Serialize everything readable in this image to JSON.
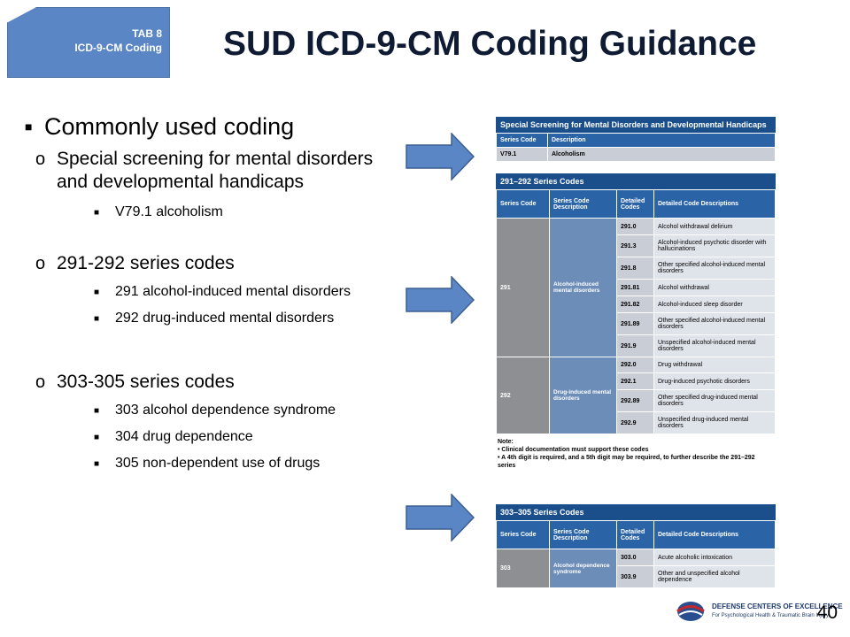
{
  "tab": {
    "line1": "TAB 8",
    "line2": "ICD-9-CM Coding"
  },
  "title": "SUD ICD-9-CM Coding Guidance",
  "bullets": {
    "main": "Commonly used coding",
    "items": [
      {
        "text": "Special screening for mental disorders and developmental handicaps",
        "subs": [
          "V79.1 alcoholism"
        ]
      },
      {
        "text": "291-292 series codes",
        "subs": [
          "291 alcohol-induced mental disorders",
          "292 drug-induced mental disorders"
        ]
      },
      {
        "text": "303-305 series codes",
        "subs": [
          "303 alcohol dependence syndrome",
          "304 drug dependence",
          "305 non-dependent use of drugs"
        ]
      }
    ]
  },
  "table1": {
    "title": "Special Screening for Mental Disorders and Developmental Handicaps",
    "col1": "Series Code",
    "col2": "Description",
    "row": {
      "code": "V79.1",
      "desc": "Alcoholism"
    }
  },
  "table2": {
    "title": "291–292 Series Codes",
    "cols": [
      "Series Code",
      "Series Code Description",
      "Detailed Codes",
      "Detailed Code Descriptions"
    ],
    "s291": {
      "code": "291",
      "desc": "Alcohol-induced mental disorders"
    },
    "rows291": [
      {
        "c": "291.0",
        "d": "Alcohol withdrawal delirium"
      },
      {
        "c": "291.3",
        "d": "Alcohol-induced psychotic disorder with hallucinations"
      },
      {
        "c": "291.8",
        "d": "Other specified alcohol-induced mental disorders"
      },
      {
        "c": "291.81",
        "d": "Alcohol withdrawal"
      },
      {
        "c": "291.82",
        "d": "Alcohol-induced sleep disorder"
      },
      {
        "c": "291.89",
        "d": "Other specified alcohol-induced mental disorders"
      },
      {
        "c": "291.9",
        "d": "Unspecified alcohol-induced mental disorders"
      }
    ],
    "s292": {
      "code": "292",
      "desc": "Drug-induced mental disorders"
    },
    "rows292": [
      {
        "c": "292.0",
        "d": "Drug withdrawal"
      },
      {
        "c": "292.1",
        "d": "Drug-induced psychotic disorders"
      },
      {
        "c": "292.89",
        "d": "Other specified drug-induced mental disorders"
      },
      {
        "c": "292.9",
        "d": "Unspecified drug-induced mental disorders"
      }
    ],
    "note_title": "Note:",
    "notes": [
      "Clinical documentation must support these codes",
      "A 4th digit is required, and a 5th digit may be required, to further describe the 291–292 series"
    ]
  },
  "table3": {
    "title": "303–305 Series Codes",
    "cols": [
      "Series Code",
      "Series Code Description",
      "Detailed Codes",
      "Detailed Code Descriptions"
    ],
    "s303": {
      "code": "303",
      "desc": "Alcohol dependence syndrome"
    },
    "rows": [
      {
        "c": "303.0",
        "d": "Acute alcoholic intoxication"
      },
      {
        "c": "303.9",
        "d": "Other and unspecified alcohol dependence"
      }
    ]
  },
  "footer": {
    "logo_line1": "DEFENSE CENTERS OF EXCELLENCE",
    "logo_line2": "For Psychological Health & Traumatic Brain Injury"
  },
  "page_number": "40",
  "colors": {
    "tab": "#5b86c5",
    "table_header": "#1a4f8b",
    "arrow": "#5b86c5"
  }
}
